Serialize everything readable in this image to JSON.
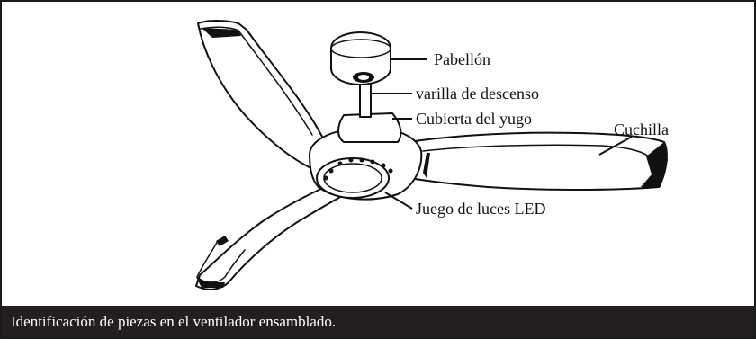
{
  "labels": {
    "canopy": "Pabellón",
    "downrod": "varilla de descenso",
    "yoke_cover": "Cubierta del yugo",
    "blade": "Cuchilla",
    "led_light_kit": "Juego de luces LED"
  },
  "caption": "Identificación de piezas en el ventilador ensamblado.",
  "colors": {
    "line": "#111111",
    "caption_background": "#231f20",
    "caption_text": "#ffffff"
  }
}
